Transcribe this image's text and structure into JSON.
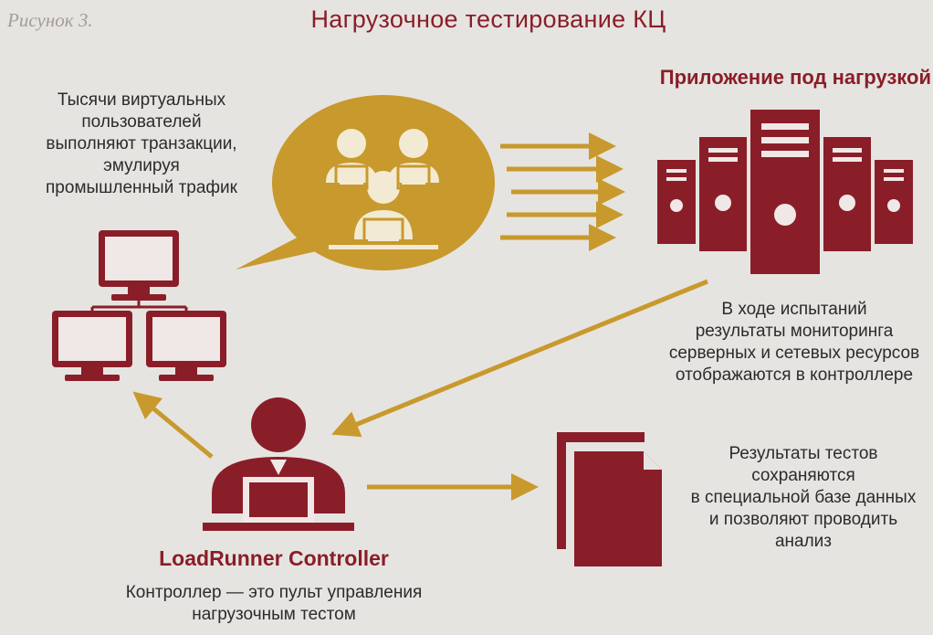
{
  "figure_label": "Рисунок 3.",
  "title": "Нагрузочное тестирование КЦ",
  "virtual_users_caption": [
    "Тысячи виртуальных",
    "пользователей",
    "выполняют транзакции,",
    "эмулируя",
    "промышленный трафик"
  ],
  "app_under_load_title": "Приложение под нагрузкой",
  "monitoring_caption": [
    "В ходе испытаний",
    "результаты мониторинга",
    "серверных и сетевых ресурсов",
    "отображаются в контроллере"
  ],
  "results_caption": [
    "Результаты тестов",
    "сохраняются",
    "в специальной базе данных",
    "и позволяют проводить",
    "анализ"
  ],
  "controller_title": "LoadRunner Controller",
  "controller_caption": [
    "Контроллер — это пульт управления",
    "нагрузочным тестом"
  ],
  "colors": {
    "dark_red": "#8a1e28",
    "gold": "#c8992c",
    "background": "#e6e4e1",
    "text": "#2b2b2b"
  },
  "icons": [
    "users-bubble-icon",
    "server-rack-icon",
    "monitor-icon",
    "controller-person-icon",
    "documents-icon"
  ]
}
